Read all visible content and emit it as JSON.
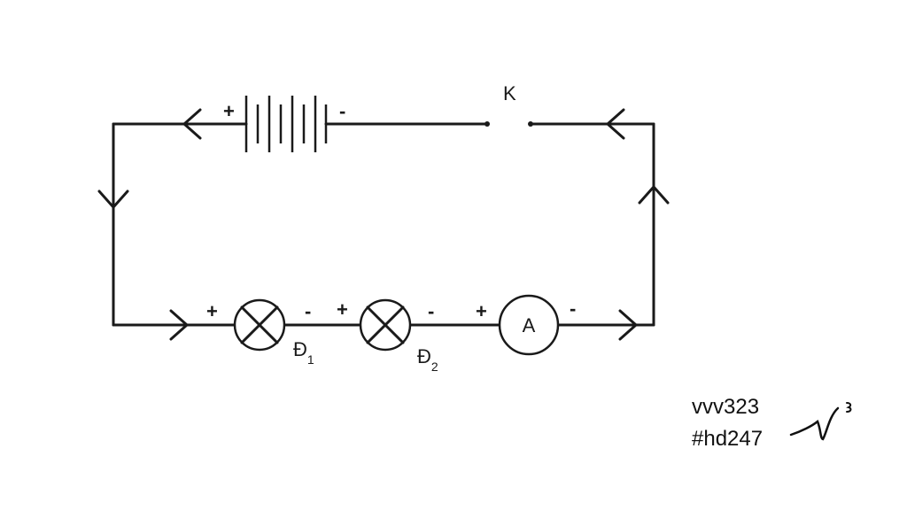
{
  "diagram": {
    "switch_label": "K",
    "battery": {
      "plus": "+",
      "minus": "-"
    },
    "lamp1": {
      "name": "Đ",
      "subscript": "1",
      "plus": "+",
      "minus": "-"
    },
    "lamp2": {
      "name": "Đ",
      "subscript": "2",
      "plus": "+",
      "minus": "-"
    },
    "ammeter": {
      "symbol": "A",
      "plus": "+",
      "minus": "-"
    }
  },
  "credit": {
    "line1": "vvv323",
    "line2": "#hd247"
  }
}
